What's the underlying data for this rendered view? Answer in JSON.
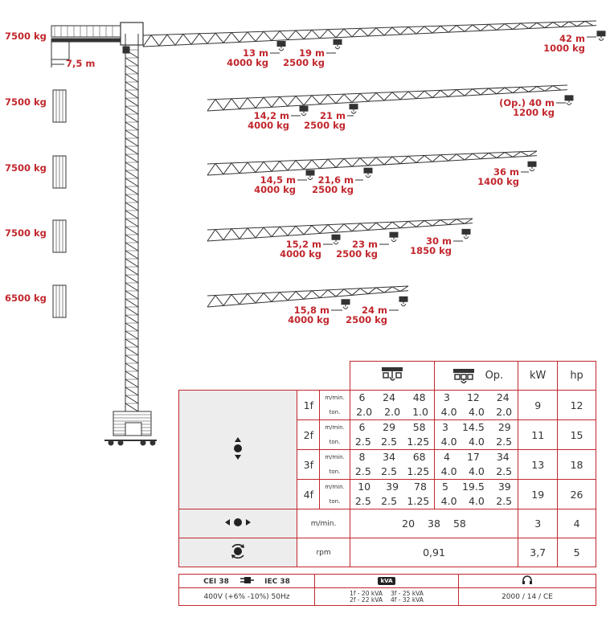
{
  "counterweights": [
    "7500 kg",
    "7500 kg",
    "7500 kg",
    "7500 kg",
    "6500 kg"
  ],
  "counter_jib_length": "7,5 m",
  "jib_configs": [
    {
      "loads": [
        {
          "dist": "13 m",
          "load": "4000 kg"
        },
        {
          "dist": "19 m",
          "load": "2500 kg"
        },
        {
          "dist": "42 m",
          "load": "1000 kg"
        }
      ]
    },
    {
      "loads": [
        {
          "dist": "14,2 m",
          "load": "4000 kg"
        },
        {
          "dist": "21 m",
          "load": "2500 kg"
        },
        {
          "dist": "(Op.) 40 m",
          "load": "1200 kg"
        }
      ]
    },
    {
      "loads": [
        {
          "dist": "14,5 m",
          "load": "4000 kg"
        },
        {
          "dist": "21,6 m",
          "load": "2500 kg"
        },
        {
          "dist": "36 m",
          "load": "1400 kg"
        }
      ]
    },
    {
      "loads": [
        {
          "dist": "15,2 m",
          "load": "4000 kg"
        },
        {
          "dist": "23 m",
          "load": "2500 kg"
        },
        {
          "dist": "30 m",
          "load": "1850 kg"
        }
      ]
    },
    {
      "loads": [
        {
          "dist": "15,8 m",
          "load": "4000 kg"
        },
        {
          "dist": "24 m",
          "load": "2500 kg"
        }
      ]
    }
  ],
  "table": {
    "header_op": "Op.",
    "header_kw": "kW",
    "header_hp": "hp",
    "unit_speed": "m/min.",
    "unit_ton": "ton.",
    "hoist_rows": [
      {
        "label": "1f",
        "speed_a": [
          "6",
          "24",
          "48"
        ],
        "ton_a": [
          "2.0",
          "2.0",
          "1.0"
        ],
        "speed_b": [
          "3",
          "12",
          "24"
        ],
        "ton_b": [
          "4.0",
          "4.0",
          "2.0"
        ],
        "kw": "9",
        "hp": "12"
      },
      {
        "label": "2f",
        "speed_a": [
          "6",
          "29",
          "58"
        ],
        "ton_a": [
          "2.5",
          "2.5",
          "1.25"
        ],
        "speed_b": [
          "3",
          "14.5",
          "29"
        ],
        "ton_b": [
          "4.0",
          "4.0",
          "2.5"
        ],
        "kw": "11",
        "hp": "15"
      },
      {
        "label": "3f",
        "speed_a": [
          "8",
          "34",
          "68"
        ],
        "ton_a": [
          "2.5",
          "2.5",
          "1.25"
        ],
        "speed_b": [
          "4",
          "17",
          "34"
        ],
        "ton_b": [
          "4.0",
          "4.0",
          "2.5"
        ],
        "kw": "13",
        "hp": "18"
      },
      {
        "label": "4f",
        "speed_a": [
          "10",
          "39",
          "78"
        ],
        "ton_a": [
          "2.5",
          "2.5",
          "1.25"
        ],
        "speed_b": [
          "5",
          "19.5",
          "39"
        ],
        "ton_b": [
          "4.0",
          "4.0",
          "2.5"
        ],
        "kw": "19",
        "hp": "26"
      }
    ],
    "trolley": {
      "unit": "m/min.",
      "values": [
        "20",
        "38",
        "58"
      ],
      "kw": "3",
      "hp": "4"
    },
    "slewing": {
      "unit": "rpm",
      "value": "0,91",
      "kw": "3,7",
      "hp": "5"
    }
  },
  "electrical": {
    "cei_left": "CEI 38",
    "cei_right": "IEC 38",
    "kva_badge": "kVA",
    "voltage": "400V (+6% -10%) 50Hz",
    "kva_1f": "1f - 20 kVA",
    "kva_2f": "2f - 22 kVA",
    "kva_3f": "3f - 25 kVA",
    "kva_4f": "4f - 32 kVA",
    "noise": "2000 / 14 / CE"
  },
  "colors": {
    "accent": "#c1272d",
    "structure": "#333333",
    "grey": "#ededed"
  }
}
